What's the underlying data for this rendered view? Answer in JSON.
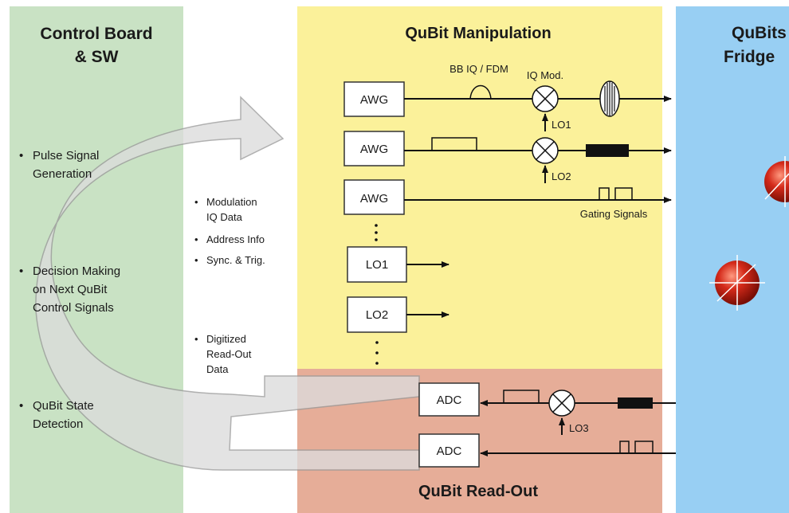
{
  "colors": {
    "control_panel": "#c9e2c4",
    "manipulation_panel": "#fbf19a",
    "readout_panel": "#e6ad98",
    "fridge_panel": "#98cff3",
    "qubit_sphere": "#d42a1a",
    "big_arrow": "#dcdcdc"
  },
  "control": {
    "title_line1": "Control Board",
    "title_line2": "& SW",
    "bullets": [
      [
        "Pulse Signal",
        "Generation"
      ],
      [
        "Decision Making",
        "on Next QuBit",
        "Control Signals"
      ],
      [
        "QuBit State",
        "Detection"
      ]
    ]
  },
  "middle": {
    "bullets": [
      [
        "Modulation",
        "IQ Data"
      ],
      [
        "Address Info"
      ],
      [
        "Sync. & Trig."
      ],
      [
        "Digitized",
        "Read-Out",
        "Data"
      ]
    ]
  },
  "manipulation": {
    "title": "QuBit Manipulation",
    "bb_label": "BB IQ / FDM",
    "iq_mod_label": "IQ Mod.",
    "gating_label": "Gating Signals",
    "awg_label": "AWG",
    "lo1_label": "LO1",
    "lo2_label": "LO2"
  },
  "readout": {
    "title": "QuBit Read-Out",
    "adc_label": "ADC",
    "lo3_label": "LO3"
  },
  "fridge": {
    "title_line1": "QuBits",
    "title_line2": "Fridge"
  }
}
